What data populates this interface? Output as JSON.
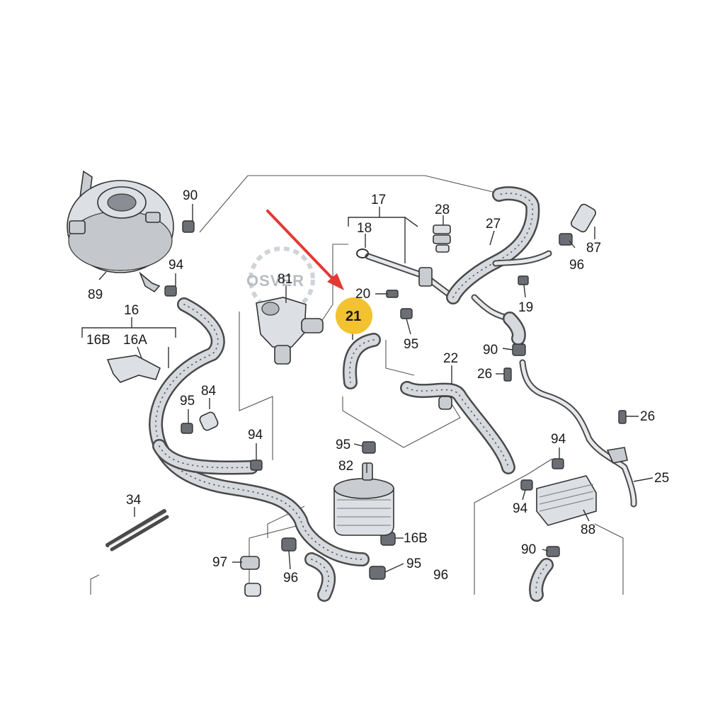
{
  "diagram": {
    "highlight_color": "#f2c230",
    "arrow_color": "#e53935",
    "watermark": "OSVER",
    "labels": {
      "l90a": "90",
      "l94a": "94",
      "l89": "89",
      "l16": "16",
      "l16b": "16B",
      "l16a": "16A",
      "l81": "81",
      "l17": "17",
      "l18": "18",
      "l20": "20",
      "l21": "21",
      "l28": "28",
      "l27": "27",
      "l87": "87",
      "l96a": "96",
      "l19": "19",
      "l95a": "95",
      "l90b": "90",
      "l26a": "26",
      "l22": "22",
      "l95b": "95",
      "l84": "84",
      "l94b": "94",
      "l95c": "95",
      "l82": "82",
      "l26b": "26",
      "l94c": "94",
      "l25": "25",
      "l94d": "94",
      "l88": "88",
      "l34": "34",
      "l16b2": "16B",
      "l90c": "90",
      "l97": "97",
      "l96b": "96",
      "l95d": "95",
      "l96c": "96"
    }
  }
}
